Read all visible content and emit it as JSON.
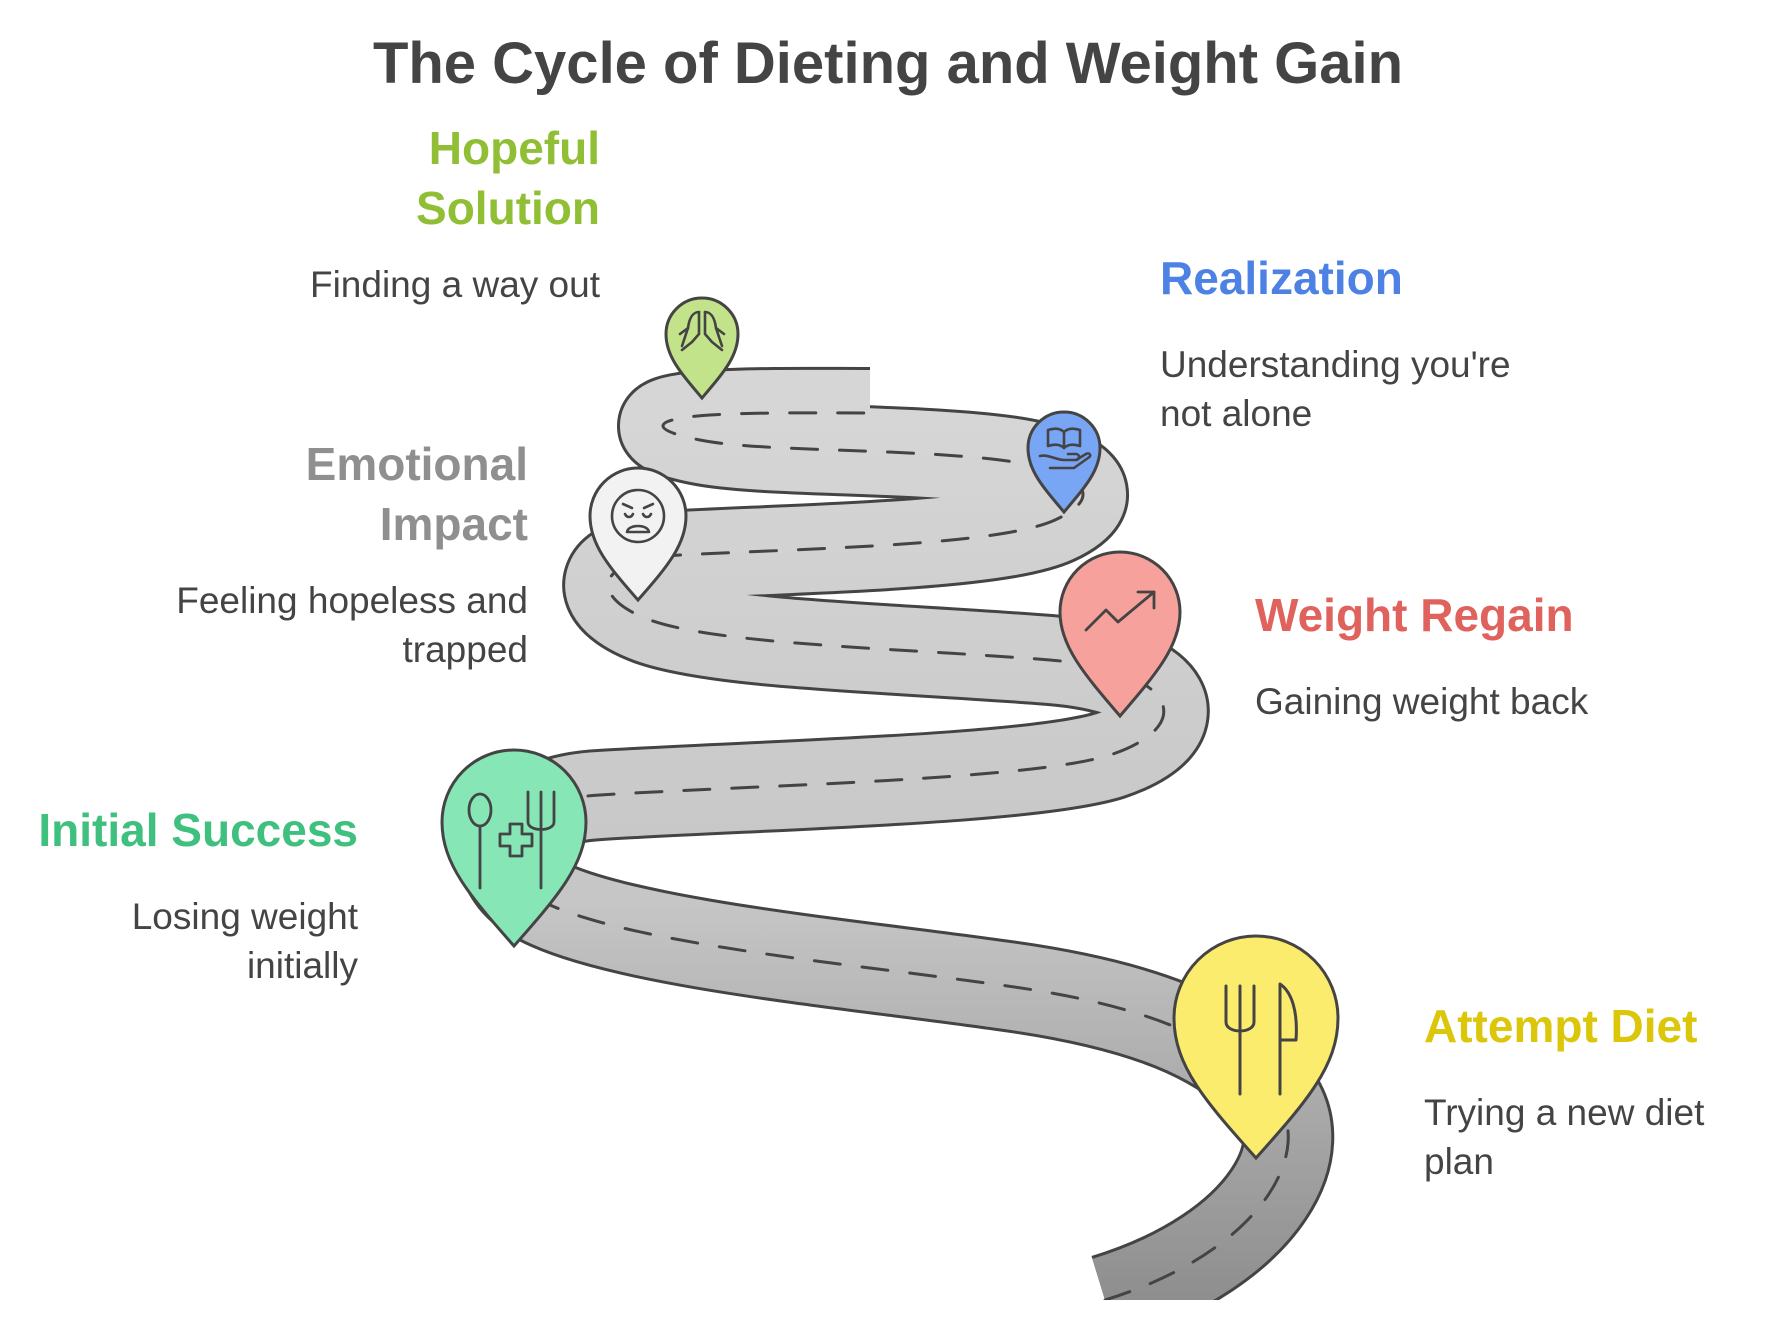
{
  "title": "The Cycle of Dieting and Weight Gain",
  "colors": {
    "road": "#c9c9c9",
    "road_dark": "#9a9a9a",
    "road_edge": "#444444",
    "dash": "#444444",
    "outline": "#444444"
  },
  "stages": [
    {
      "id": "hopeful",
      "heading": "Hopeful\nSolution",
      "description": "Finding a way out",
      "color": "#90bf35",
      "pin_fill": "#c3e38a",
      "icon": "praying-hands-icon"
    },
    {
      "id": "realization",
      "heading": "Realization",
      "description": "Understanding you're\nnot alone",
      "color": "#4d82e4",
      "pin_fill": "#79a5f5",
      "icon": "open-book-hand-icon"
    },
    {
      "id": "emotional",
      "heading": "Emotional\nImpact",
      "description": "Feeling hopeless and\ntrapped",
      "color": "#8f8f8f",
      "pin_fill": "#f2f2f2",
      "icon": "sad-face-icon"
    },
    {
      "id": "regain",
      "heading": "Weight Regain",
      "description": "Gaining weight back",
      "color": "#e0625d",
      "pin_fill": "#f7a19c",
      "icon": "trend-up-icon"
    },
    {
      "id": "initial",
      "heading": "Initial Success",
      "description": "Losing weight\ninitially",
      "color": "#3fc07f",
      "pin_fill": "#86e6b6",
      "icon": "health-food-icon"
    },
    {
      "id": "attempt",
      "heading": "Attempt Diet",
      "description": "Trying a new diet\nplan",
      "color": "#dcc60a",
      "pin_fill": "#fbec6e",
      "icon": "fork-knife-icon"
    }
  ]
}
